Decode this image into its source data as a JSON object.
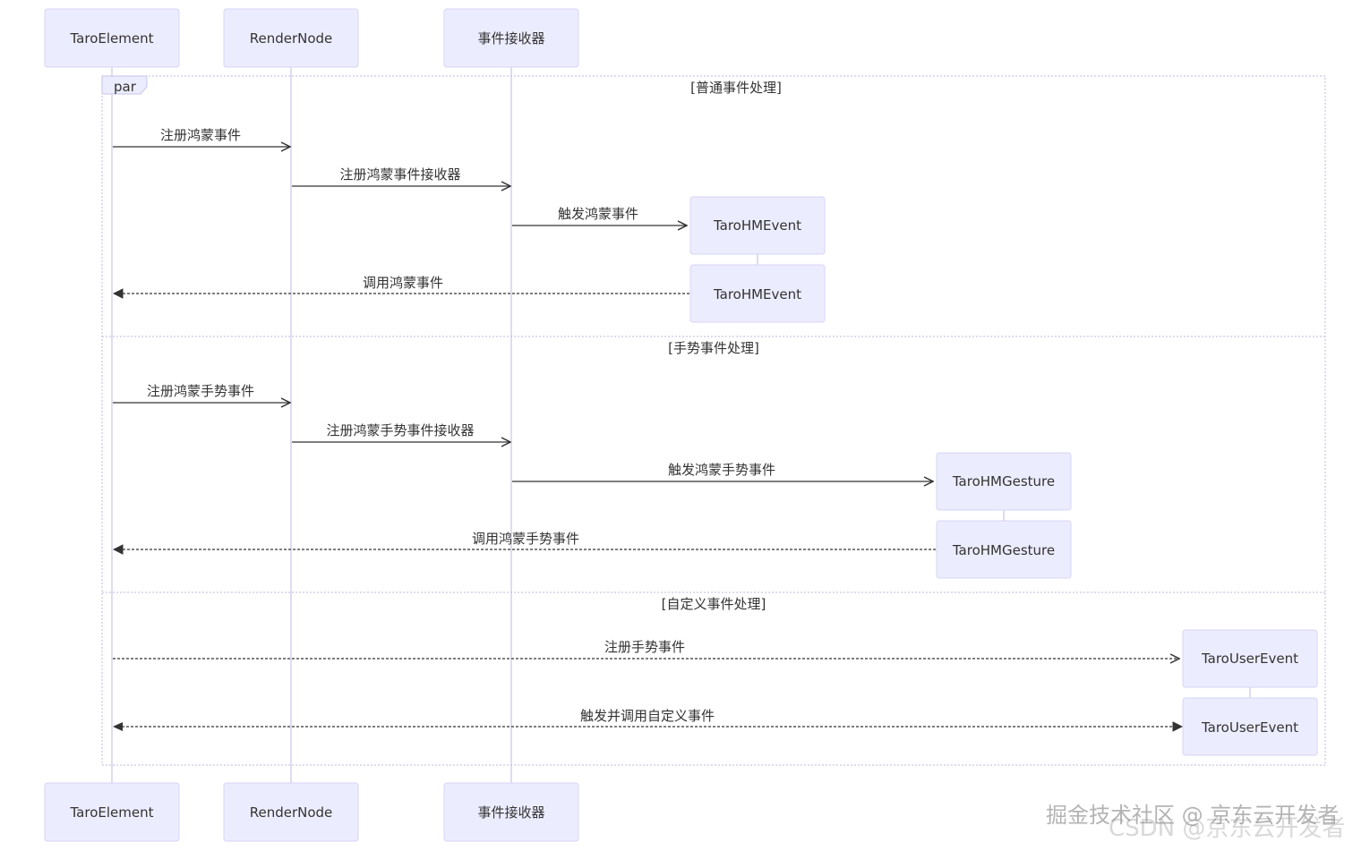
{
  "actors": [
    "TaroElement",
    "RenderNode",
    "事件接收器"
  ],
  "frame": {
    "tag": "par",
    "sections": [
      "[普通事件处理]",
      "[手势事件处理]",
      "[自定义事件处理]"
    ]
  },
  "created_participants": [
    "TaroHMEvent",
    "TaroHMGesture",
    "TaroUserEvent"
  ],
  "messages": [
    "注册鸿蒙事件",
    "注册鸿蒙事件接收器",
    "触发鸿蒙事件",
    "调用鸿蒙事件",
    "注册鸿蒙手势事件",
    "注册鸿蒙手势事件接收器",
    "触发鸿蒙手势事件",
    "调用鸿蒙手势事件",
    "注册手势事件",
    "触发并调用自定义事件"
  ],
  "watermark": {
    "line1": "掘金技术社区 @ 京东云开发者",
    "line2": "CSDN @京东云开发者"
  }
}
